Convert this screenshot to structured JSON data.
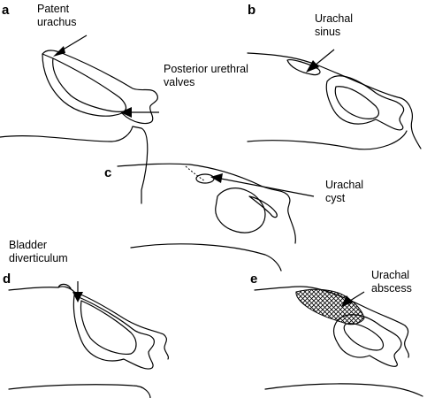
{
  "panels": {
    "a": {
      "letter": "a",
      "label_line1": "Patent",
      "label_line2": "urachus",
      "label2_line1": "Posterior urethral",
      "label2_line2": "valves"
    },
    "b": {
      "letter": "b",
      "label_line1": "Urachal",
      "label_line2": "sinus"
    },
    "c": {
      "letter": "c",
      "label_line1": "Urachal",
      "label_line2": "cyst"
    },
    "d": {
      "letter": "d",
      "label_line1": "Bladder",
      "label_line2": "diverticulum"
    },
    "e": {
      "letter": "e",
      "label_line1": "Urachal",
      "label_line2": "abscess"
    }
  }
}
